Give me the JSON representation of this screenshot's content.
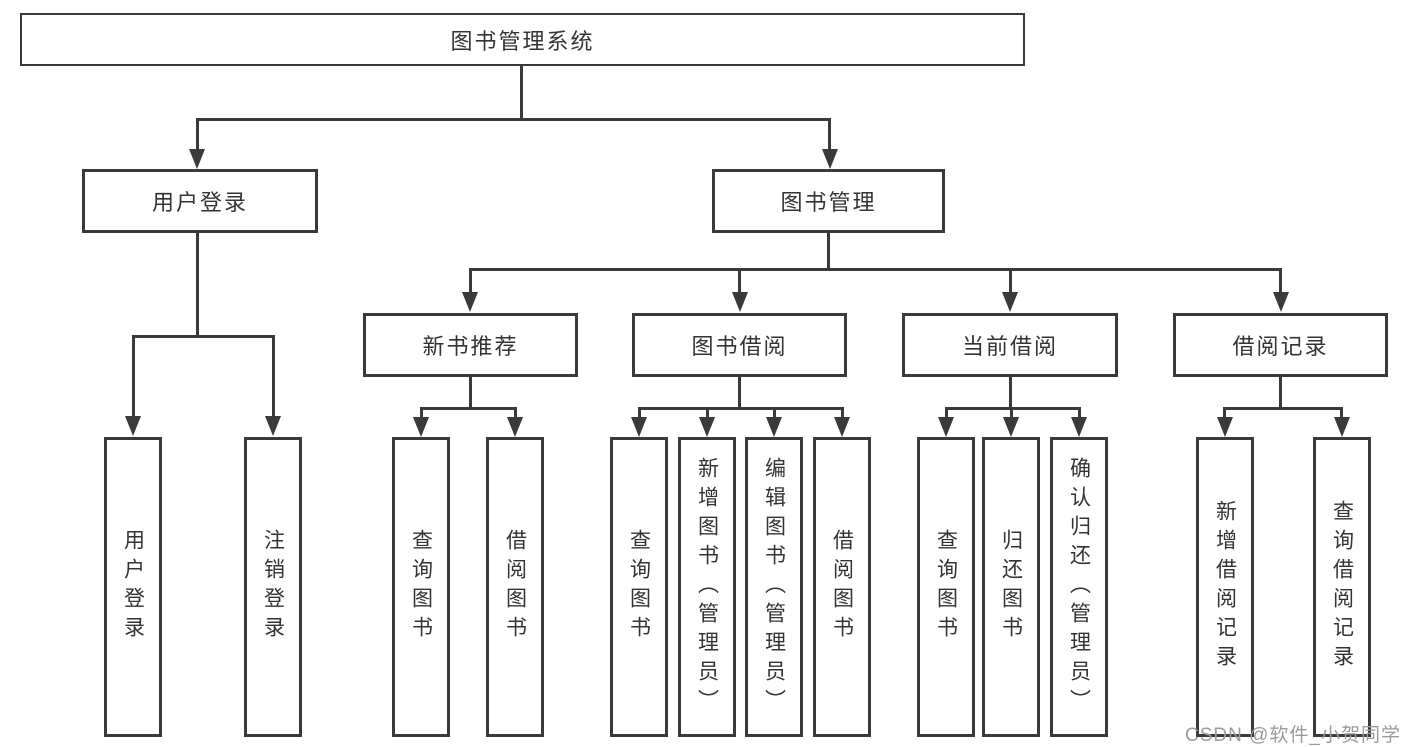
{
  "colors": {
    "line": "#3a3a3a",
    "text": "#333333",
    "watermark": "#9b9b9b",
    "background": "#ffffff"
  },
  "root": {
    "label": "图书管理系统"
  },
  "level2": [
    {
      "label": "用户登录",
      "parent": "图书管理系统"
    },
    {
      "label": "图书管理",
      "parent": "图书管理系统"
    }
  ],
  "level3": [
    {
      "label": "新书推荐",
      "parent": "图书管理"
    },
    {
      "label": "图书借阅",
      "parent": "图书管理"
    },
    {
      "label": "当前借阅",
      "parent": "图书管理"
    },
    {
      "label": "借阅记录",
      "parent": "图书管理"
    }
  ],
  "leaves": [
    {
      "label": "用户登录",
      "parent": "用户登录"
    },
    {
      "label": "注销登录",
      "parent": "用户登录"
    },
    {
      "label": "查询图书",
      "parent": "新书推荐"
    },
    {
      "label": "借阅图书",
      "parent": "新书推荐"
    },
    {
      "label": "查询图书",
      "parent": "图书借阅"
    },
    {
      "label": "新增图书（管理员）",
      "parent": "图书借阅"
    },
    {
      "label": "编辑图书（管理员）",
      "parent": "图书借阅"
    },
    {
      "label": "借阅图书",
      "parent": "图书借阅"
    },
    {
      "label": "查询图书",
      "parent": "当前借阅"
    },
    {
      "label": "归还图书",
      "parent": "当前借阅"
    },
    {
      "label": "确认归还（管理员）",
      "parent": "当前借阅"
    },
    {
      "label": "新增借阅记录",
      "parent": "借阅记录"
    },
    {
      "label": "查询借阅记录",
      "parent": "借阅记录"
    }
  ],
  "watermark": {
    "label": "CSDN @软件_小贺同学"
  }
}
